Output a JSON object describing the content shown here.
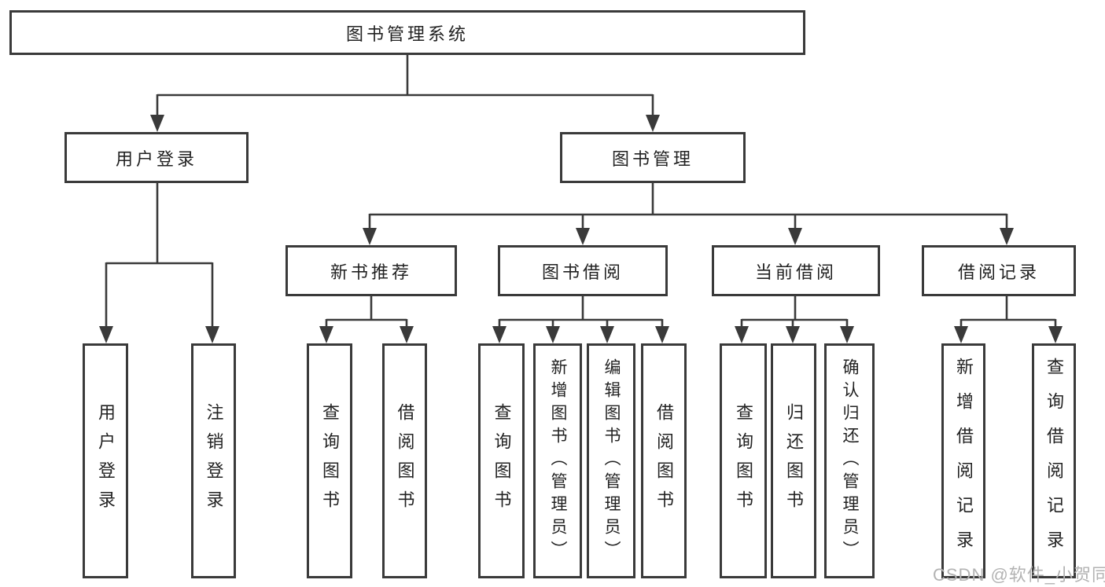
{
  "diagram": {
    "root": {
      "label": "图书管理系统",
      "children": [
        {
          "label": "用户登录",
          "children": [
            {
              "label": "用户登录"
            },
            {
              "label": "注销登录"
            }
          ]
        },
        {
          "label": "图书管理",
          "children": [
            {
              "label": "新书推荐",
              "children": [
                {
                  "label": "查询图书"
                },
                {
                  "label": "借阅图书"
                }
              ]
            },
            {
              "label": "图书借阅",
              "children": [
                {
                  "label": "查询图书"
                },
                {
                  "label": "新增图书（管理员）"
                },
                {
                  "label": "编辑图书（管理员）"
                },
                {
                  "label": "借阅图书"
                }
              ]
            },
            {
              "label": "当前借阅",
              "children": [
                {
                  "label": "查询图书"
                },
                {
                  "label": "归还图书"
                },
                {
                  "label": "确认归还（管理员）"
                }
              ]
            },
            {
              "label": "借阅记录",
              "children": [
                {
                  "label": "新增借阅记录"
                },
                {
                  "label": "查询借阅记录"
                }
              ]
            }
          ]
        }
      ]
    }
  },
  "watermark": {
    "text": "CSDN @软件_小贺同学"
  },
  "colors": {
    "line": "#3a3a3a",
    "box_bg": "#ffffff",
    "text": "#222222",
    "watermark": "#b3b3b3",
    "background": "#ffffff"
  }
}
